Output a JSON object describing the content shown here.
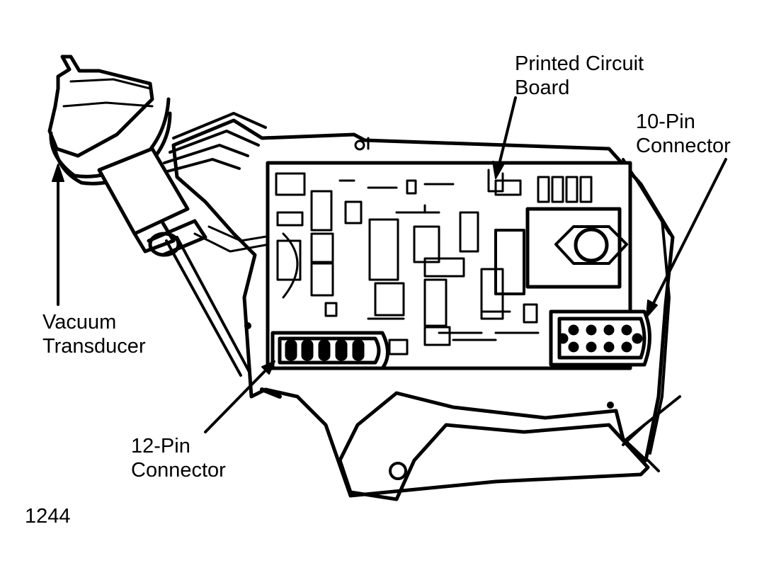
{
  "labels": {
    "vacuum_transducer": [
      "Vacuum",
      "Transducer"
    ],
    "printed_circuit_board": [
      "Printed Circuit",
      "Board"
    ],
    "ten_pin_connector": [
      "10-Pin",
      "Connector"
    ],
    "twelve_pin_connector": [
      "12-Pin",
      "Connector"
    ]
  },
  "figure_number": "1244",
  "colors": {
    "ink": "#000000",
    "paper": "#ffffff"
  }
}
